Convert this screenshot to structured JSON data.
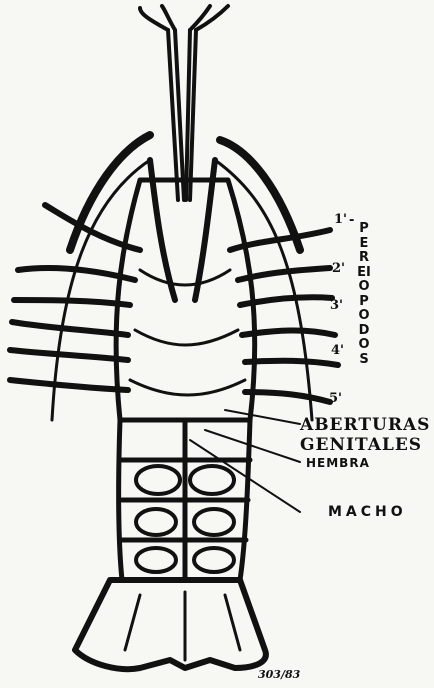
{
  "diagram": {
    "leg_numbers": [
      "1'",
      "2'",
      "3'",
      "4'",
      "5'"
    ],
    "legs_label": "PEREIOPODOS",
    "openings_label_line1": "ABERTURAS",
    "openings_label_line2": "GENITALES",
    "female_label": "HEMBRA",
    "male_label": "MACHO",
    "signature": "303/83"
  }
}
